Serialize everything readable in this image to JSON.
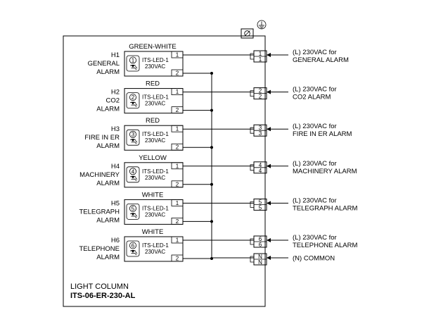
{
  "panel": {
    "title": "LIGHT COLUMN",
    "model": "ITS-06-ER-230-AL",
    "ground_symbol": "protective-earth-icon",
    "shield_symbol": "cable-shield-icon"
  },
  "module": {
    "model": "ITS-LED-1",
    "voltage": "230VAC",
    "terminal_top": "1",
    "terminal_bottom": "2"
  },
  "lamps": [
    {
      "id": "H1",
      "name_lines": [
        "GENERAL",
        "ALARM"
      ],
      "color": "GREEN-WHITE",
      "index": "1",
      "term": "1",
      "feed_lines": [
        "(L) 230VAC for",
        "GENERAL ALARM"
      ]
    },
    {
      "id": "H2",
      "name_lines": [
        "CO2",
        "ALARM"
      ],
      "color": "RED",
      "index": "2",
      "term": "2",
      "feed_lines": [
        "(L) 230VAC for",
        "CO2 ALARM"
      ]
    },
    {
      "id": "H3",
      "name_lines": [
        "FIRE IN ER",
        "ALARM"
      ],
      "color": "RED",
      "index": "3",
      "term": "3",
      "feed_lines": [
        "(L) 230VAC for",
        "FIRE IN ER ALARM"
      ]
    },
    {
      "id": "H4",
      "name_lines": [
        "MACHINERY",
        "ALARM"
      ],
      "color": "YELLOW",
      "index": "4",
      "term": "4",
      "feed_lines": [
        "(L) 230VAC for",
        "MACHINERY ALARM"
      ]
    },
    {
      "id": "H5",
      "name_lines": [
        "TELEGRAPH",
        "ALARM"
      ],
      "color": "WHITE",
      "index": "5",
      "term": "5",
      "feed_lines": [
        "(L) 230VAC for",
        "TELEGRAPH ALARM"
      ]
    },
    {
      "id": "H6",
      "name_lines": [
        "TELEPHONE",
        "ALARM"
      ],
      "color": "WHITE",
      "index": "6",
      "term": "6",
      "feed_lines": [
        "(L) 230VAC for",
        "TELEPHONE ALARM"
      ]
    }
  ],
  "neutral": {
    "term": "N",
    "label": "(N) COMMON"
  }
}
